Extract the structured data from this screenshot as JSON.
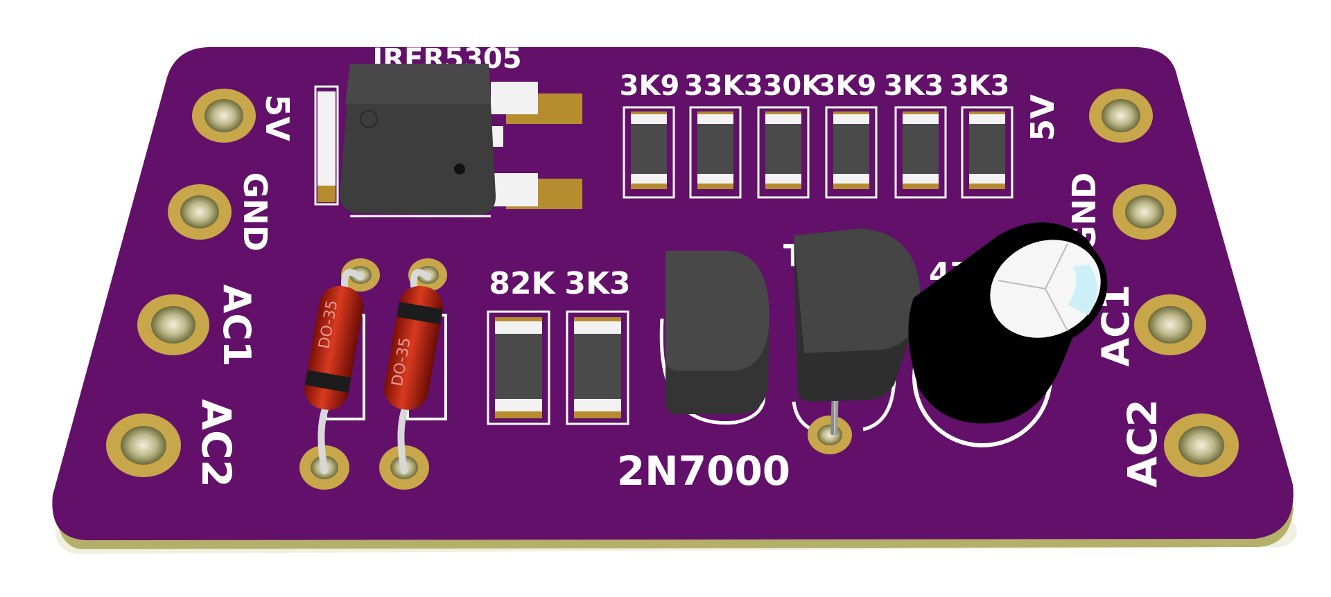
{
  "board": {
    "left_labels": [
      "5V",
      "GND",
      "AC1",
      "AC2"
    ],
    "right_labels": [
      "5V",
      "GND",
      "AC1",
      "AC2"
    ],
    "top_resistors": [
      "3K9",
      "33K",
      "330K",
      "3K9",
      "3K3",
      "3K3"
    ],
    "bottom_resistors": [
      "82K",
      "3K3"
    ],
    "regulator_label": "IRFR5305",
    "transistor_label": "2N7000",
    "ic_label_partial": "TL",
    "cap_label_partial": "47",
    "diode_labels": [
      "DO-35",
      "DO-35"
    ]
  },
  "colors": {
    "pcb": "#62106a",
    "pcb_edge": "#b4b06a",
    "pad": "#c8a74a",
    "silkscreen": "#ffffff",
    "component_black": "#3a3a3a",
    "diode_red": "#b3200e"
  }
}
